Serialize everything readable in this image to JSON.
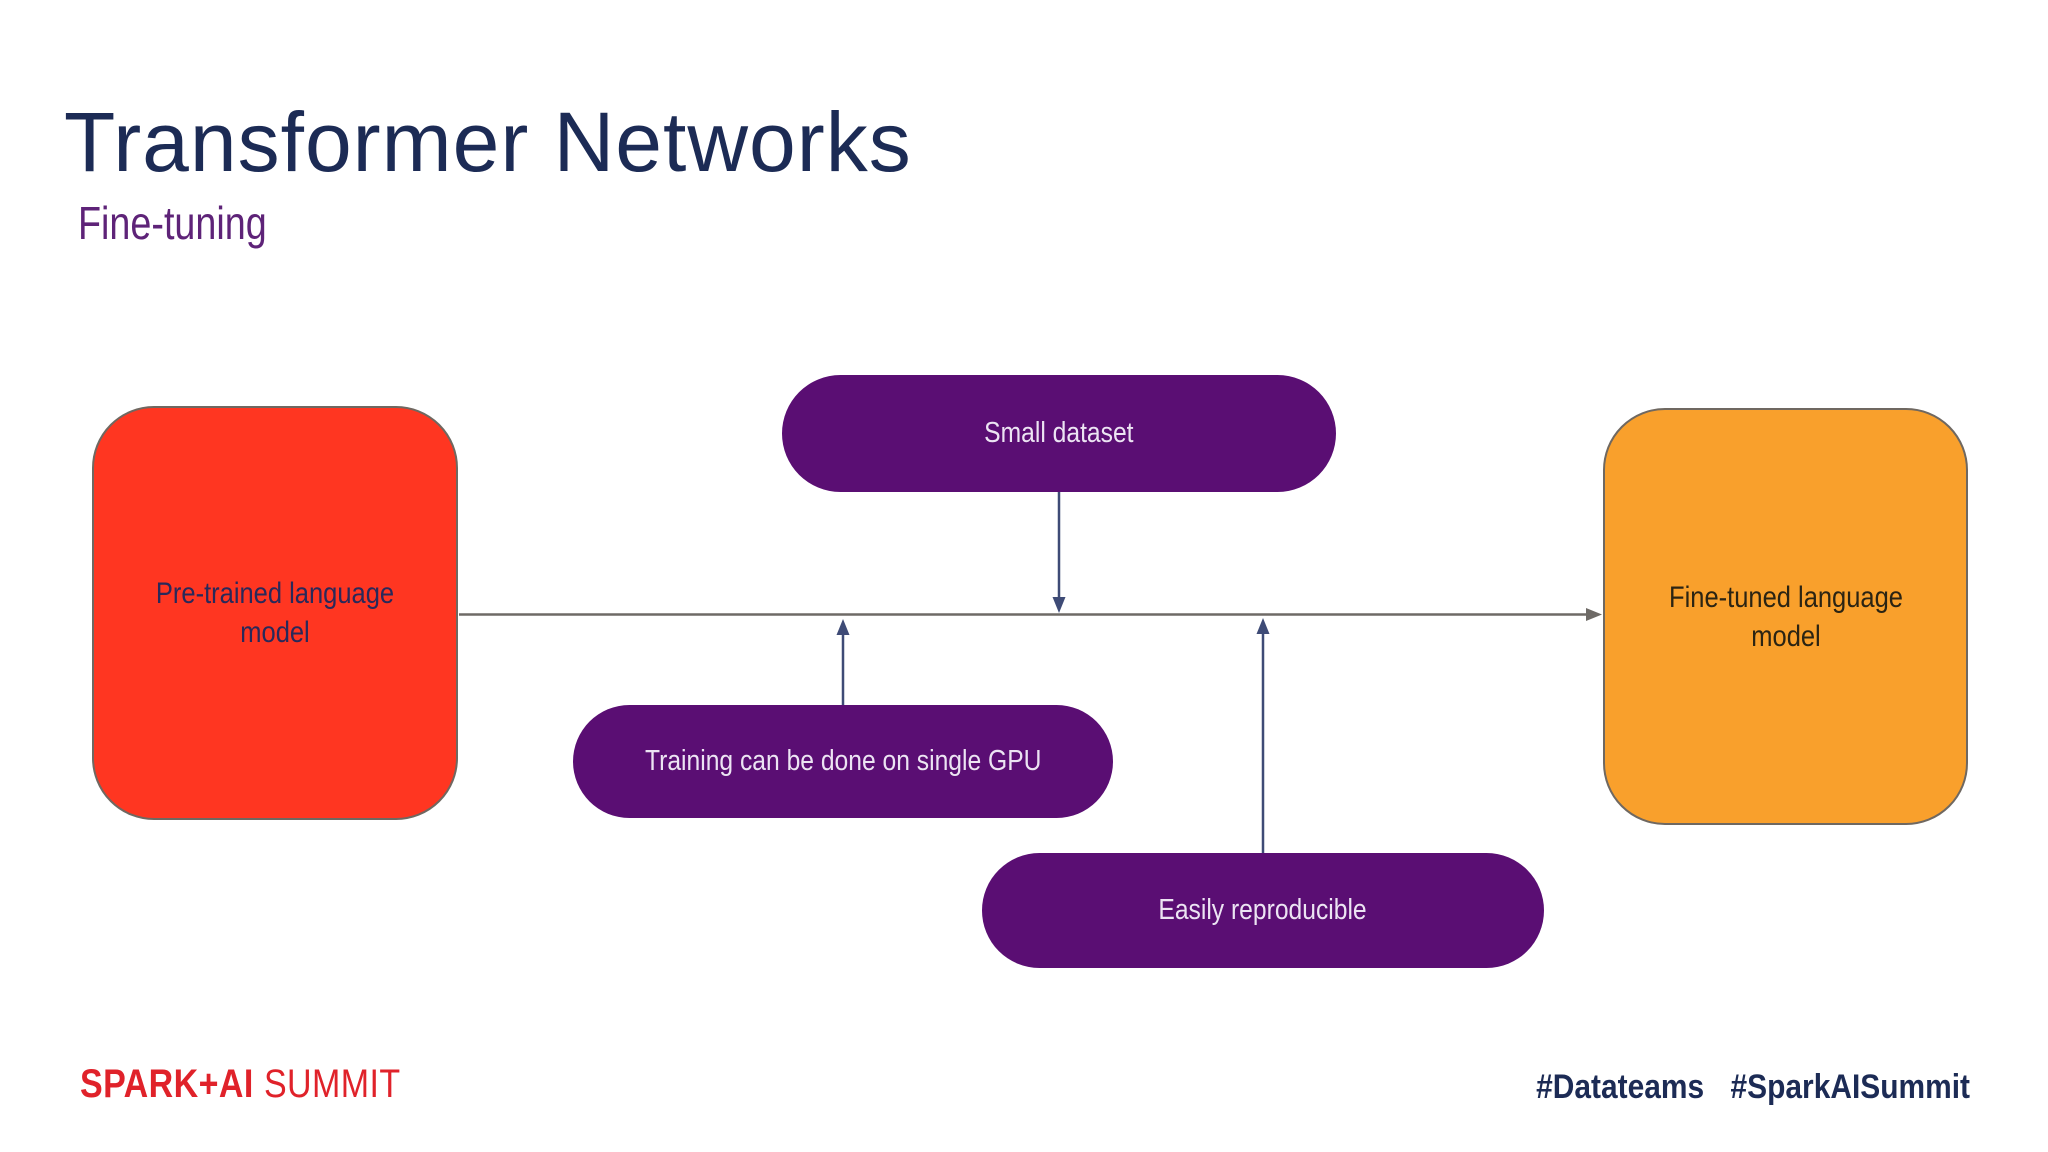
{
  "slide": {
    "title": "Transformer Networks",
    "subtitle": "Fine-tuning",
    "background_color": "#ffffff",
    "title_color": "#1c2b55",
    "subtitle_color": "#5e2378"
  },
  "diagram": {
    "nodes": [
      {
        "id": "pretrained",
        "label": "Pre-trained language model",
        "fill": "#ff3621",
        "text_color": "#29295a",
        "shape": "rounded-rectangle"
      },
      {
        "id": "finetuned",
        "label": "Fine-tuned language model",
        "fill": "#f9a02c",
        "text_color": "#2b2413",
        "shape": "rounded-rectangle"
      }
    ],
    "factors": [
      {
        "id": "small-dataset",
        "label": "Small dataset",
        "fill": "#5a0e73",
        "text_color": "#ece4f3",
        "shape": "pill"
      },
      {
        "id": "single-gpu",
        "label": "Training can be done on single GPU",
        "fill": "#5a0e73",
        "text_color": "#ece4f3",
        "shape": "pill"
      },
      {
        "id": "reproducible",
        "label": "Easily reproducible",
        "fill": "#5a0e73",
        "text_color": "#ece4f3",
        "shape": "pill"
      }
    ],
    "connections": [
      {
        "from": "pretrained",
        "to": "finetuned",
        "type": "horizontal-arrow",
        "color": "#6e6a66"
      },
      {
        "from": "small-dataset",
        "to": "main-flow",
        "type": "down-arrow",
        "color": "#3e4b76"
      },
      {
        "from": "single-gpu",
        "to": "main-flow",
        "type": "up-arrow",
        "color": "#3e4b76"
      },
      {
        "from": "reproducible",
        "to": "main-flow",
        "type": "up-arrow",
        "color": "#3e4b76"
      }
    ]
  },
  "footer": {
    "logo": {
      "primary": "SPARK+AI",
      "secondary": "SUMMIT",
      "color": "#e0222a"
    },
    "hashtags": [
      "#Datateams",
      "#SparkAISummit"
    ],
    "hashtag_color": "#1c2b55"
  }
}
